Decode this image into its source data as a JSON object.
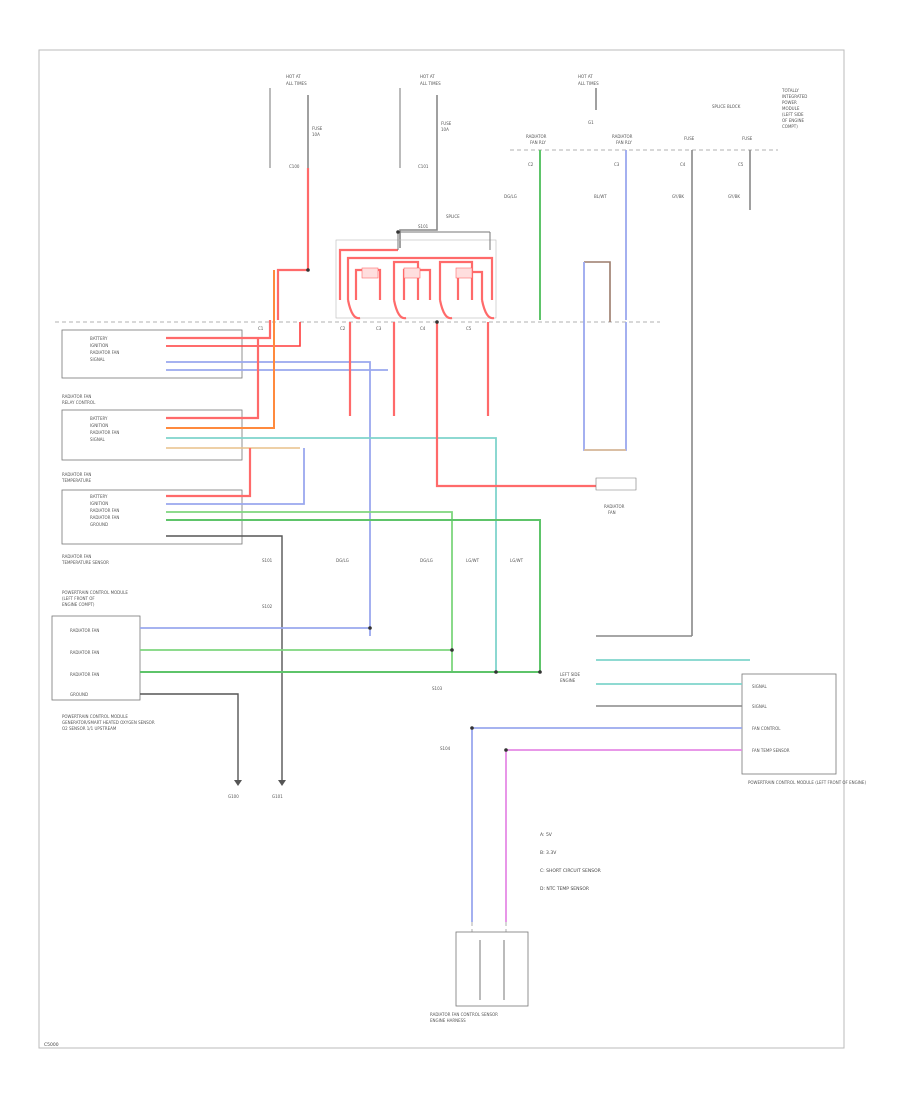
{
  "diagram": {
    "footer_code": "C5000",
    "left_module_1": "POWERTRAIN CONTROL MODULE",
    "left_module_2": "GENERATOR/SMART HEATED OXYGEN SENSOR",
    "left_sensor_label": "O2 SENSOR 1/1 UPSTREAM",
    "right_module": "POWERTRAIN CONTROL MODULE (LEFT FRONT OF ENGINE)",
    "bottom_connector": "RADIATOR FAN CONTROL SENSOR",
    "bottom_connector_2": "ENGINE HARNESS",
    "legend": [
      "A: 5V",
      "B: 3.3V",
      "C: SHORT CIRCUIT SENSOR",
      "D: NTC TEMP SENSOR"
    ]
  },
  "colors": {
    "red": "#ff6a6a",
    "green": "#5ec46a",
    "blue": "#9aa8ee",
    "teal": "#7fd4cc",
    "pink": "#e58ae5",
    "orange": "#ff8a3d"
  }
}
